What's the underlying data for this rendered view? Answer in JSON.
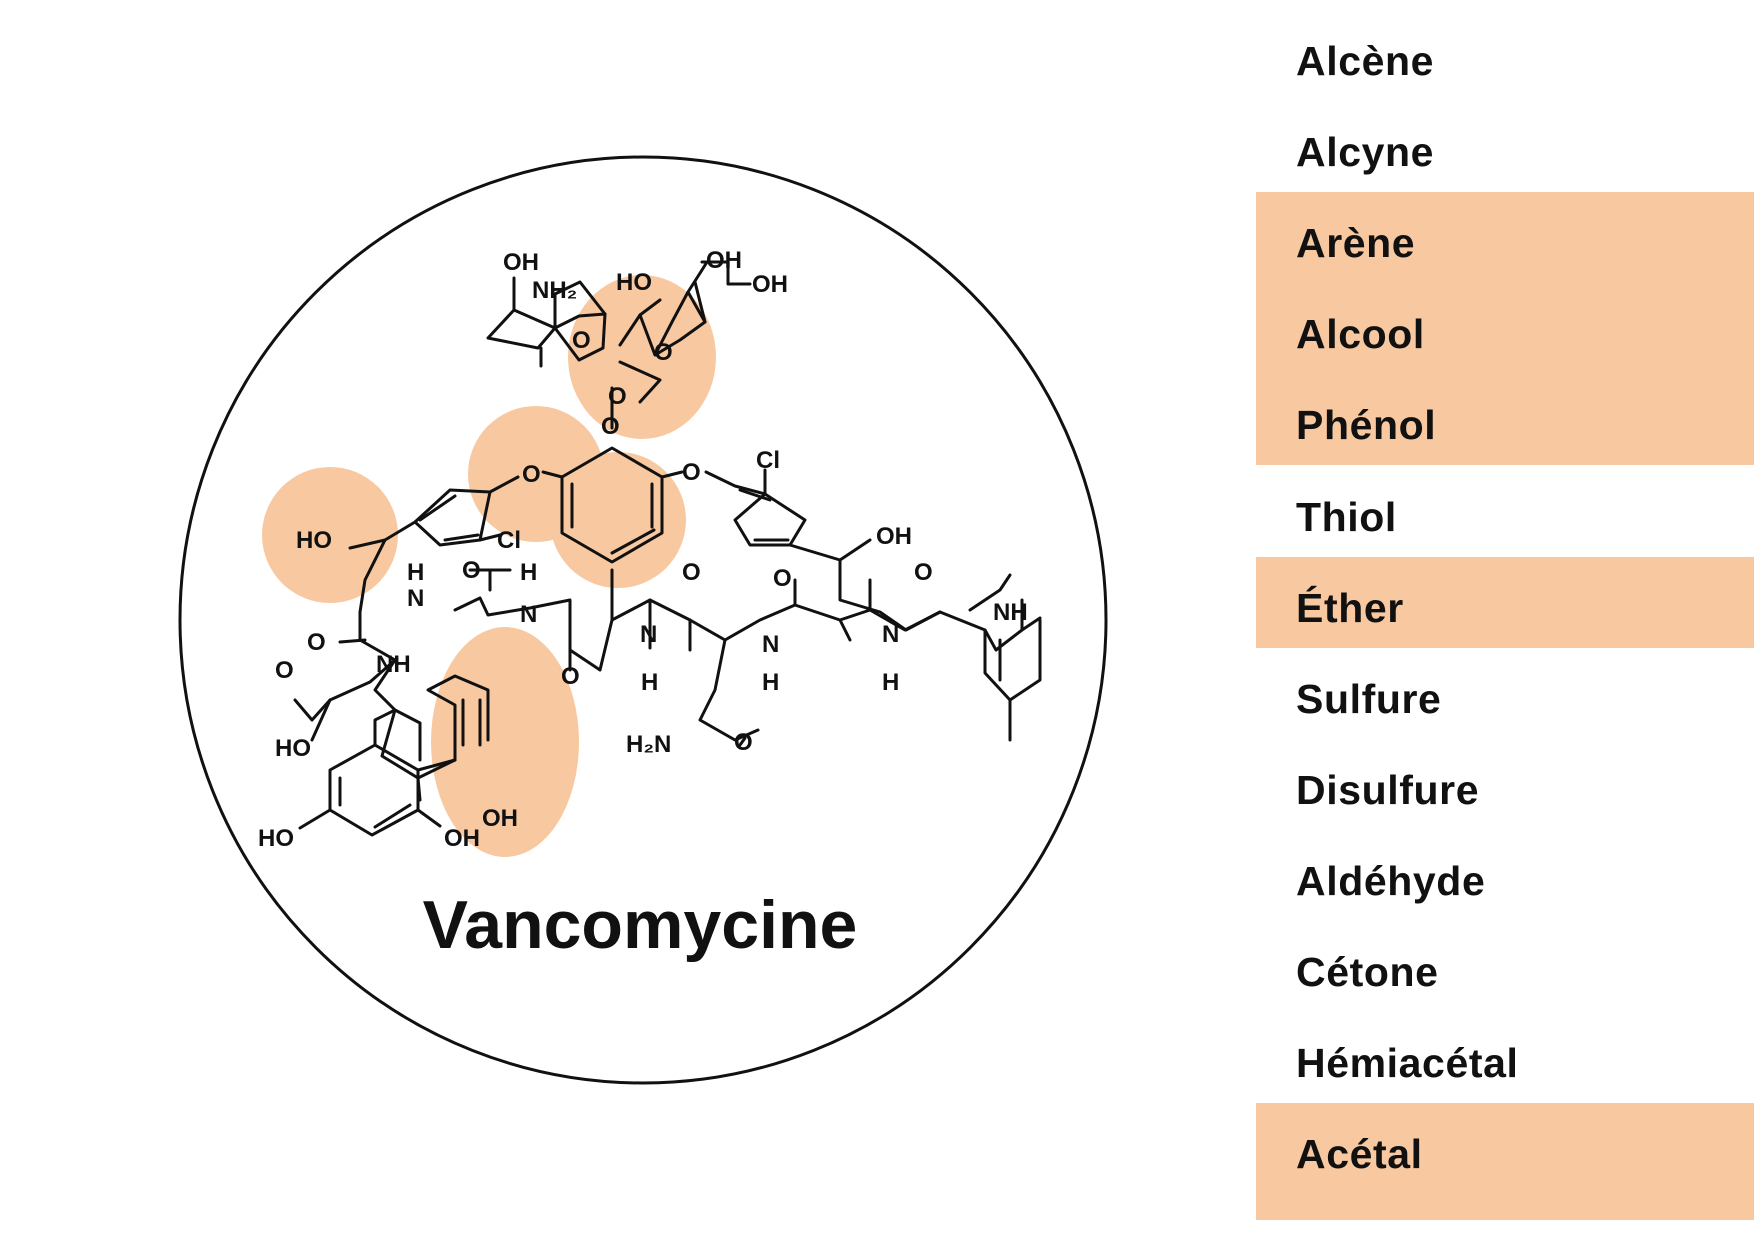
{
  "colors": {
    "highlight": "#f8c9a0",
    "ink": "#111111",
    "background": "#ffffff"
  },
  "molecule": {
    "name": "Vancomycine",
    "labels": {
      "oh_sugar_top": "OH",
      "nh2": "NH₂",
      "ho_sugar": "HO",
      "oh_sugar_r1": "OH",
      "oh_sugar_r2": "OH",
      "o_ring1": "O",
      "o_ring2a": "O",
      "o_ring2b": "O",
      "o_glyc": "O",
      "o_ether_left": "O",
      "o_ether_right": "O",
      "cl_left": "Cl",
      "cl_right": "Cl",
      "ho_left": "HO",
      "oh_right": "OH",
      "h_nh1": "H",
      "n_nh1": "N",
      "o_c1": "O",
      "h_nh2": "H",
      "n_nh2": "N",
      "o_c2": "O",
      "o_c3": "O",
      "nh_3": "NH",
      "o_acid": "O",
      "ho_acid": "HO",
      "o_c4": "O",
      "n_4": "N",
      "h_4": "H",
      "o_c5": "O",
      "n_5": "N",
      "h_5": "H",
      "o_c6": "O",
      "n_6": "N",
      "h_6": "H",
      "h2n": "H₂N",
      "o_amide": "O",
      "nh_me": "NH",
      "ho_res1": "HO",
      "oh_res1": "OH",
      "oh_res2": "OH"
    }
  },
  "functional_groups": [
    {
      "label": "Alcène",
      "highlighted": false
    },
    {
      "label": "Alcyne",
      "highlighted": false
    },
    {
      "label": "Arène",
      "highlighted": true
    },
    {
      "label": "Alcool",
      "highlighted": true
    },
    {
      "label": "Phénol",
      "highlighted": true
    },
    {
      "label": "Thiol",
      "highlighted": false
    },
    {
      "label": "Éther",
      "highlighted": true
    },
    {
      "label": "Sulfure",
      "highlighted": false
    },
    {
      "label": "Disulfure",
      "highlighted": false
    },
    {
      "label": "Aldéhyde",
      "highlighted": false
    },
    {
      "label": "Cétone",
      "highlighted": false
    },
    {
      "label": "Hémiacétal",
      "highlighted": false
    },
    {
      "label": "Acétal",
      "highlighted": true
    }
  ]
}
